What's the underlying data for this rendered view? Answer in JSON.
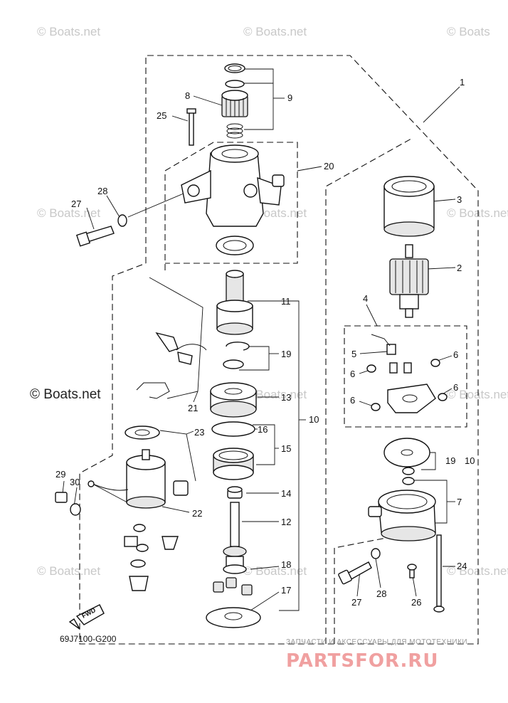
{
  "watermarks": [
    "© Boats.net",
    "© Boats.net",
    "© Boats",
    "© Boats.net",
    "© Boats.net",
    "© Boats.net",
    "© Boats.net",
    "© Boats.net",
    "© Boats.net",
    "© Boats.net",
    "© Boats.net",
    "© Boats.net"
  ],
  "diagram_code": "69J7100-G200",
  "brand": {
    "subtitle": "ЗАПЧАСТИ И АКСЕССУАРЫ ДЛЯ МОТОТЕХНИКИ",
    "name": "PARTSFOR.RU",
    "color": "#f0a0a0"
  },
  "fwd_label": "FWD",
  "callouts": {
    "c1": "1",
    "c2": "2",
    "c3": "3",
    "c4": "4",
    "c5": "5",
    "c6a": "6",
    "c6b": "6",
    "c6c": "6",
    "c6d": "6",
    "c7": "7",
    "c8": "8",
    "c9": "9",
    "c10a": "10",
    "c10b": "10",
    "c11": "11",
    "c12": "12",
    "c13": "13",
    "c14": "14",
    "c15": "15",
    "c16": "16",
    "c17": "17",
    "c18": "18",
    "c19a": "19",
    "c19b": "19",
    "c20": "20",
    "c21": "21",
    "c22": "22",
    "c23": "23",
    "c24": "24",
    "c25": "25",
    "c26": "26",
    "c27a": "27",
    "c27b": "27",
    "c28a": "28",
    "c28b": "28",
    "c29": "29",
    "c30": "30"
  }
}
